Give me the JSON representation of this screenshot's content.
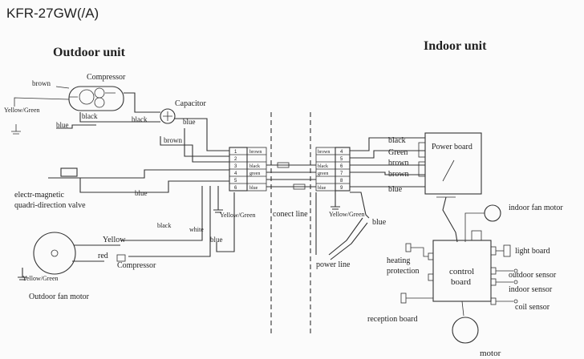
{
  "model": "KFR-27GW(/A)",
  "sections": {
    "outdoor": "Outdoor unit",
    "indoor": "Indoor unit"
  },
  "outdoor": {
    "compressor_top": "Compressor",
    "brown": "brown",
    "yellow_green_comp": "Yellow/Green",
    "black_comp": "black",
    "blue_comp": "blue",
    "capacitor": "Capacitor",
    "black_cap": "black",
    "blue_cap": "blue",
    "brown_main": "brown",
    "valve_line1": "electr-magnetic",
    "valve_line2": "quadri-direction valve",
    "blue_valve": "blue",
    "yellow_green_bottom": "Yellow/Green",
    "black_lower": "black",
    "white_lower": "white",
    "blue_lower": "blue",
    "yellow_fan": "Yellow",
    "red": "red",
    "compressor_bottom": "Compressor",
    "yellow_green_fan": "Yellow/Green",
    "fan_motor": "Outdoor fan motor",
    "term_labels": [
      "brown",
      "black",
      "green",
      "blue"
    ],
    "term_numbers": [
      "1",
      "2",
      "3",
      "4",
      "5",
      "6"
    ]
  },
  "connection": {
    "label": "conect line"
  },
  "indoor": {
    "term_labels": [
      "brown",
      "black",
      "green",
      "blue"
    ],
    "term_numbers": [
      "4",
      "5",
      "6",
      "7",
      "8",
      "9"
    ],
    "yellow_green": "Yellow/Green",
    "blue_right": "blue",
    "power_line": "power line",
    "wire_black": "black",
    "wire_green": "Green",
    "wire_brown1": "brown",
    "wire_brown2": "brown",
    "wire_blue": "blue",
    "power_board": "Power board",
    "indoor_fan_motor": "indoor fan motor",
    "light_board": "light board",
    "heating1": "heating",
    "heating2": "protection",
    "control1": "control",
    "control2": "board",
    "outdoor_sensor": "outdoor sensor",
    "indoor_sensor": "indoor sensor",
    "coil_sensor": "coil sensor",
    "reception_board": "reception board",
    "motor": "motor"
  }
}
